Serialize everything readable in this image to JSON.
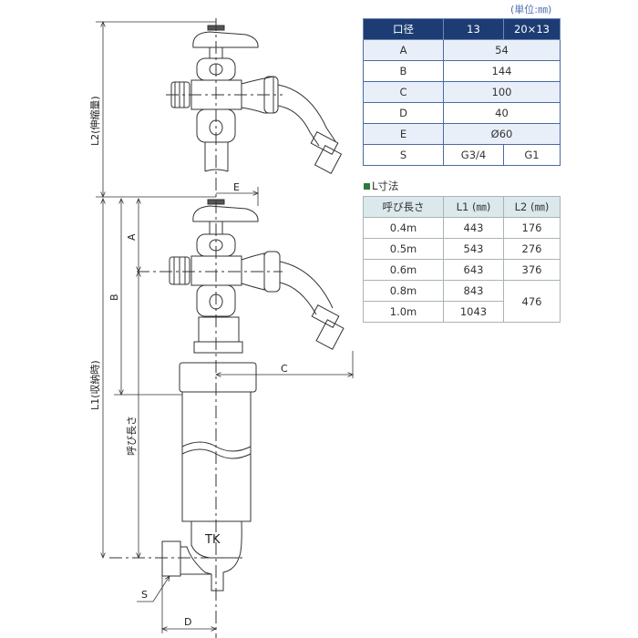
{
  "unit_label": "(単位:㎜)",
  "spec_table": {
    "headers": [
      "口径",
      "13",
      "20×13"
    ],
    "rows": [
      {
        "label": "A",
        "value": "54"
      },
      {
        "label": "B",
        "value": "144"
      },
      {
        "label": "C",
        "value": "100"
      },
      {
        "label": "D",
        "value": "40"
      },
      {
        "label": "E",
        "value": "Ø60"
      },
      {
        "label": "S",
        "v13": "G3/4",
        "v20": "G1"
      }
    ]
  },
  "l_table": {
    "title": "L寸法",
    "headers": [
      "呼び長さ",
      "L1 (㎜)",
      "L2 (㎜)"
    ],
    "rows": [
      {
        "nominal": "0.4m",
        "l1": "443",
        "l2": "176"
      },
      {
        "nominal": "0.5m",
        "l1": "543",
        "l2": "276"
      },
      {
        "nominal": "0.6m",
        "l1": "643",
        "l2": "376"
      },
      {
        "nominal": "0.8m",
        "l1": "843",
        "l2": "476"
      },
      {
        "nominal": "1.0m",
        "l1": "1043"
      }
    ]
  },
  "drawing": {
    "labels": {
      "L2": "L2(伸縮量)",
      "L1": "L1(収納時)",
      "A": "A",
      "B": "B",
      "C": "C",
      "D": "D",
      "E": "E",
      "S": "S",
      "nominal": "呼び長さ",
      "brand": "TK"
    }
  }
}
